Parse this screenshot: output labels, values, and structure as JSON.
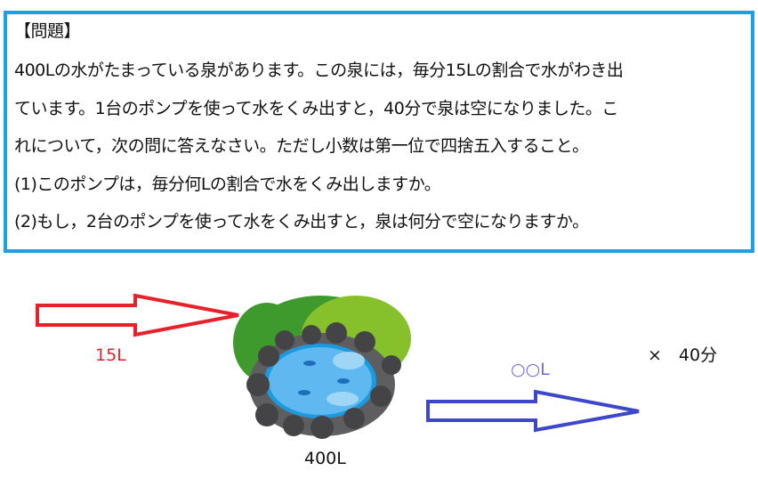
{
  "problem": {
    "heading": "【問題】",
    "lines": [
      "400Lの水がたまっている泉があります。この泉には，毎分15Lの割合で水がわき出",
      "ています。1台のポンプを使って水をくみ出すと，40分で泉は空になりました。こ",
      "れについて，次の問に答えなさい。ただし小数は第一位で四捨五入すること。",
      "(1)このポンプは，毎分何Lの割合で水をくみ出しますか。",
      "(2)もし，2台のポンプを使って水をくみ出すと，泉は何分で空になりますか。"
    ]
  },
  "diagram": {
    "inflow_label": "15L",
    "outflow_label": "○○L",
    "pond_label": "400L",
    "time_label": "×　40分",
    "colors": {
      "inflow": "#e8202a",
      "outflow": "#3d47c9",
      "outflow_text": "#6a6fdc",
      "border": "#17a2e6"
    }
  }
}
